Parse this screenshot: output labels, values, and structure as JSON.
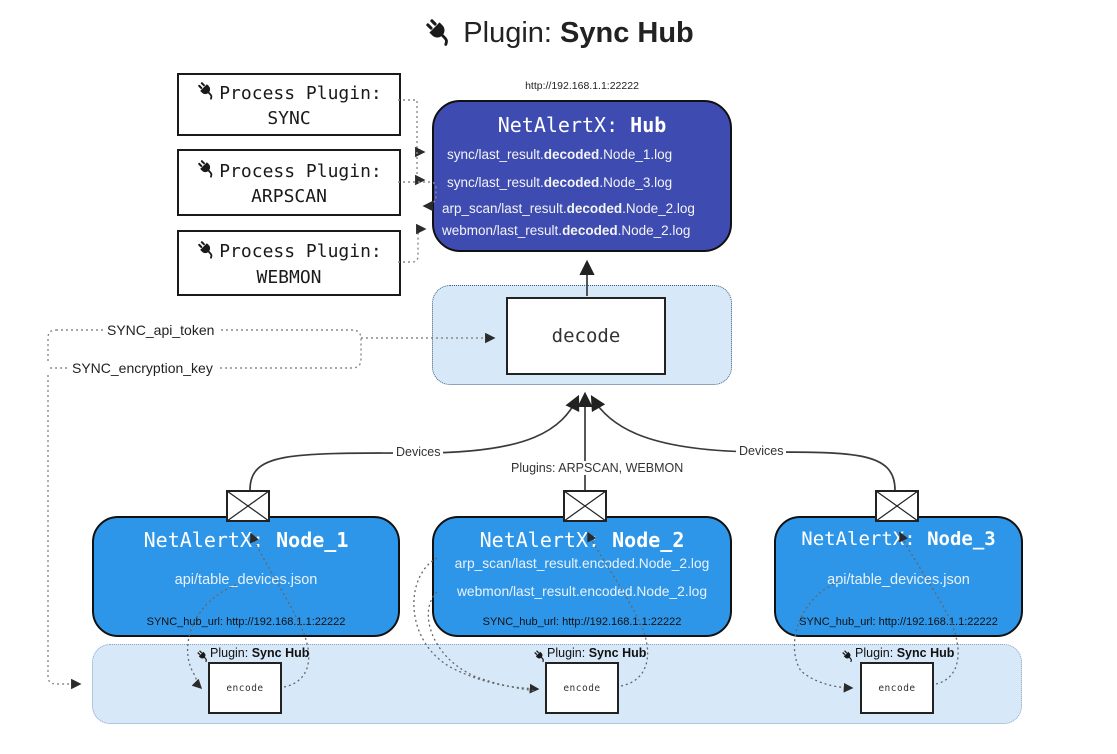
{
  "title": {
    "prefix": "Plugin:",
    "name": "Sync Hub"
  },
  "hub": {
    "url": "http://192.168.1.1:22222",
    "title_prefix": "NetAlertX:",
    "title_name": "Hub",
    "rows": [
      {
        "pre": "sync/last_result.",
        "bold": "decoded",
        "post": ".Node_1.log"
      },
      {
        "pre": "sync/last_result.",
        "bold": "decoded",
        "post": ".Node_3.log"
      },
      {
        "pre": "arp_scan/last_result.",
        "bold": "decoded",
        "post": ".Node_2.log"
      },
      {
        "pre": "webmon/last_result.",
        "bold": "decoded",
        "post": ".Node_2.log"
      }
    ]
  },
  "process_plugins": [
    {
      "label": "Process Plugin:",
      "name": "SYNC"
    },
    {
      "label": "Process Plugin:",
      "name": "ARPSCAN"
    },
    {
      "label": "Process Plugin:",
      "name": "WEBMON"
    }
  ],
  "keys": {
    "api_token": "SYNC_api_token",
    "encryption_key": "SYNC_encryption_key"
  },
  "decode": {
    "label": "decode"
  },
  "edges": {
    "devices_left": "Devices",
    "devices_right": "Devices",
    "plugins_mid": "Plugins: ARPSCAN, WEBMON"
  },
  "nodes": [
    {
      "title_prefix": "NetAlertX:",
      "title_name": "Node_1",
      "rows": [
        "api/table_devices.json"
      ],
      "hub_url": "SYNC_hub_url: http://192.168.1.1:22222"
    },
    {
      "title_prefix": "NetAlertX:",
      "title_name": "Node_2",
      "rows": [
        "arp_scan/last_result.encoded.Node_2.log",
        "webmon/last_result.encoded.Node_2.log"
      ],
      "hub_url": "SYNC_hub_url: http://192.168.1.1:22222"
    },
    {
      "title_prefix": "NetAlertX:",
      "title_name": "Node_3",
      "rows": [
        "api/table_devices.json"
      ],
      "hub_url": "SYNC_hub_url: http://192.168.1.1:22222"
    }
  ],
  "strip": {
    "plugin_prefix": "Plugin:",
    "plugin_name": "Sync Hub",
    "encode_label": "encode"
  },
  "colors": {
    "node_blue": "#2e96e8",
    "hub_indigo": "#3e4cb2",
    "panel_blue": "#d7e8f9"
  }
}
